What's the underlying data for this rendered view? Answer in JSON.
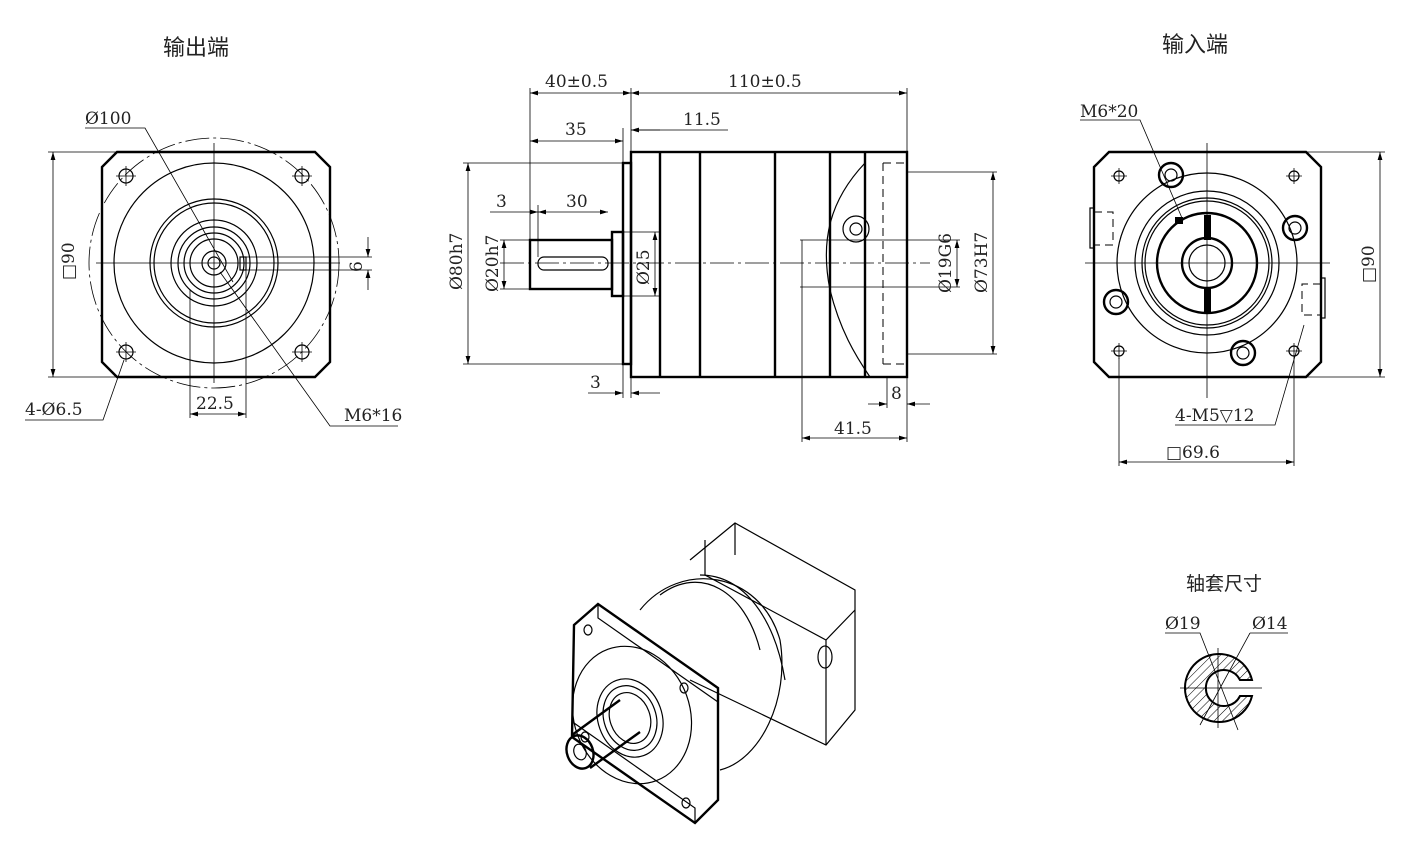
{
  "views": {
    "output_end": {
      "title": "输出端",
      "dims": {
        "pcd": "Ø100",
        "square": "□90",
        "key_width": "6",
        "key_offset": "22.5",
        "holes": "4-Ø6.5",
        "center_thread": "M6*16"
      }
    },
    "side": {
      "dims": {
        "front_len": "40±0.5",
        "body_len": "110±0.5",
        "shaft_len": "35",
        "flange_thk": "11.5",
        "shoulder": "3",
        "key_len": "30",
        "pilot_dia": "Ø80h7",
        "shaft_dia": "Ø20h7",
        "collar_dia": "Ø25",
        "bore_dia": "Ø19G6",
        "input_pilot": "Ø73H7",
        "gap": "3",
        "input_depth": "8",
        "clamp_pos": "41.5"
      }
    },
    "input_end": {
      "title": "输入端",
      "dims": {
        "clamp_screw": "M6*20",
        "square": "□90",
        "holes": "4-M5▽12",
        "pcd_square": "□69.6"
      }
    },
    "bushing": {
      "title": "轴套尺寸",
      "dims": {
        "outer": "Ø19",
        "inner": "Ø14"
      }
    }
  }
}
